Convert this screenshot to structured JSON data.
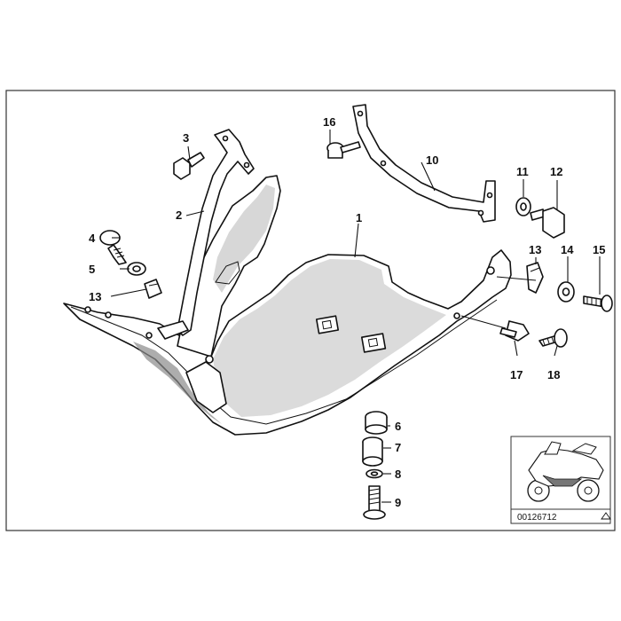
{
  "callouts": {
    "c1": "1",
    "c2": "2",
    "c3": "3",
    "c4": "4",
    "c5": "5",
    "c6": "6",
    "c7": "7",
    "c8": "8",
    "c9": "9",
    "c10": "10",
    "c11": "11",
    "c12": "12",
    "c13a": "13",
    "c13b": "13",
    "c14": "14",
    "c15": "15",
    "c16": "16",
    "c17": "17",
    "c18": "18"
  },
  "thumbnail": {
    "ref_code": "00126712",
    "corner_icon": "triangle-icon"
  },
  "colors": {
    "line": "#111111",
    "shade": "#bdbdbd",
    "frame": "#333333"
  }
}
